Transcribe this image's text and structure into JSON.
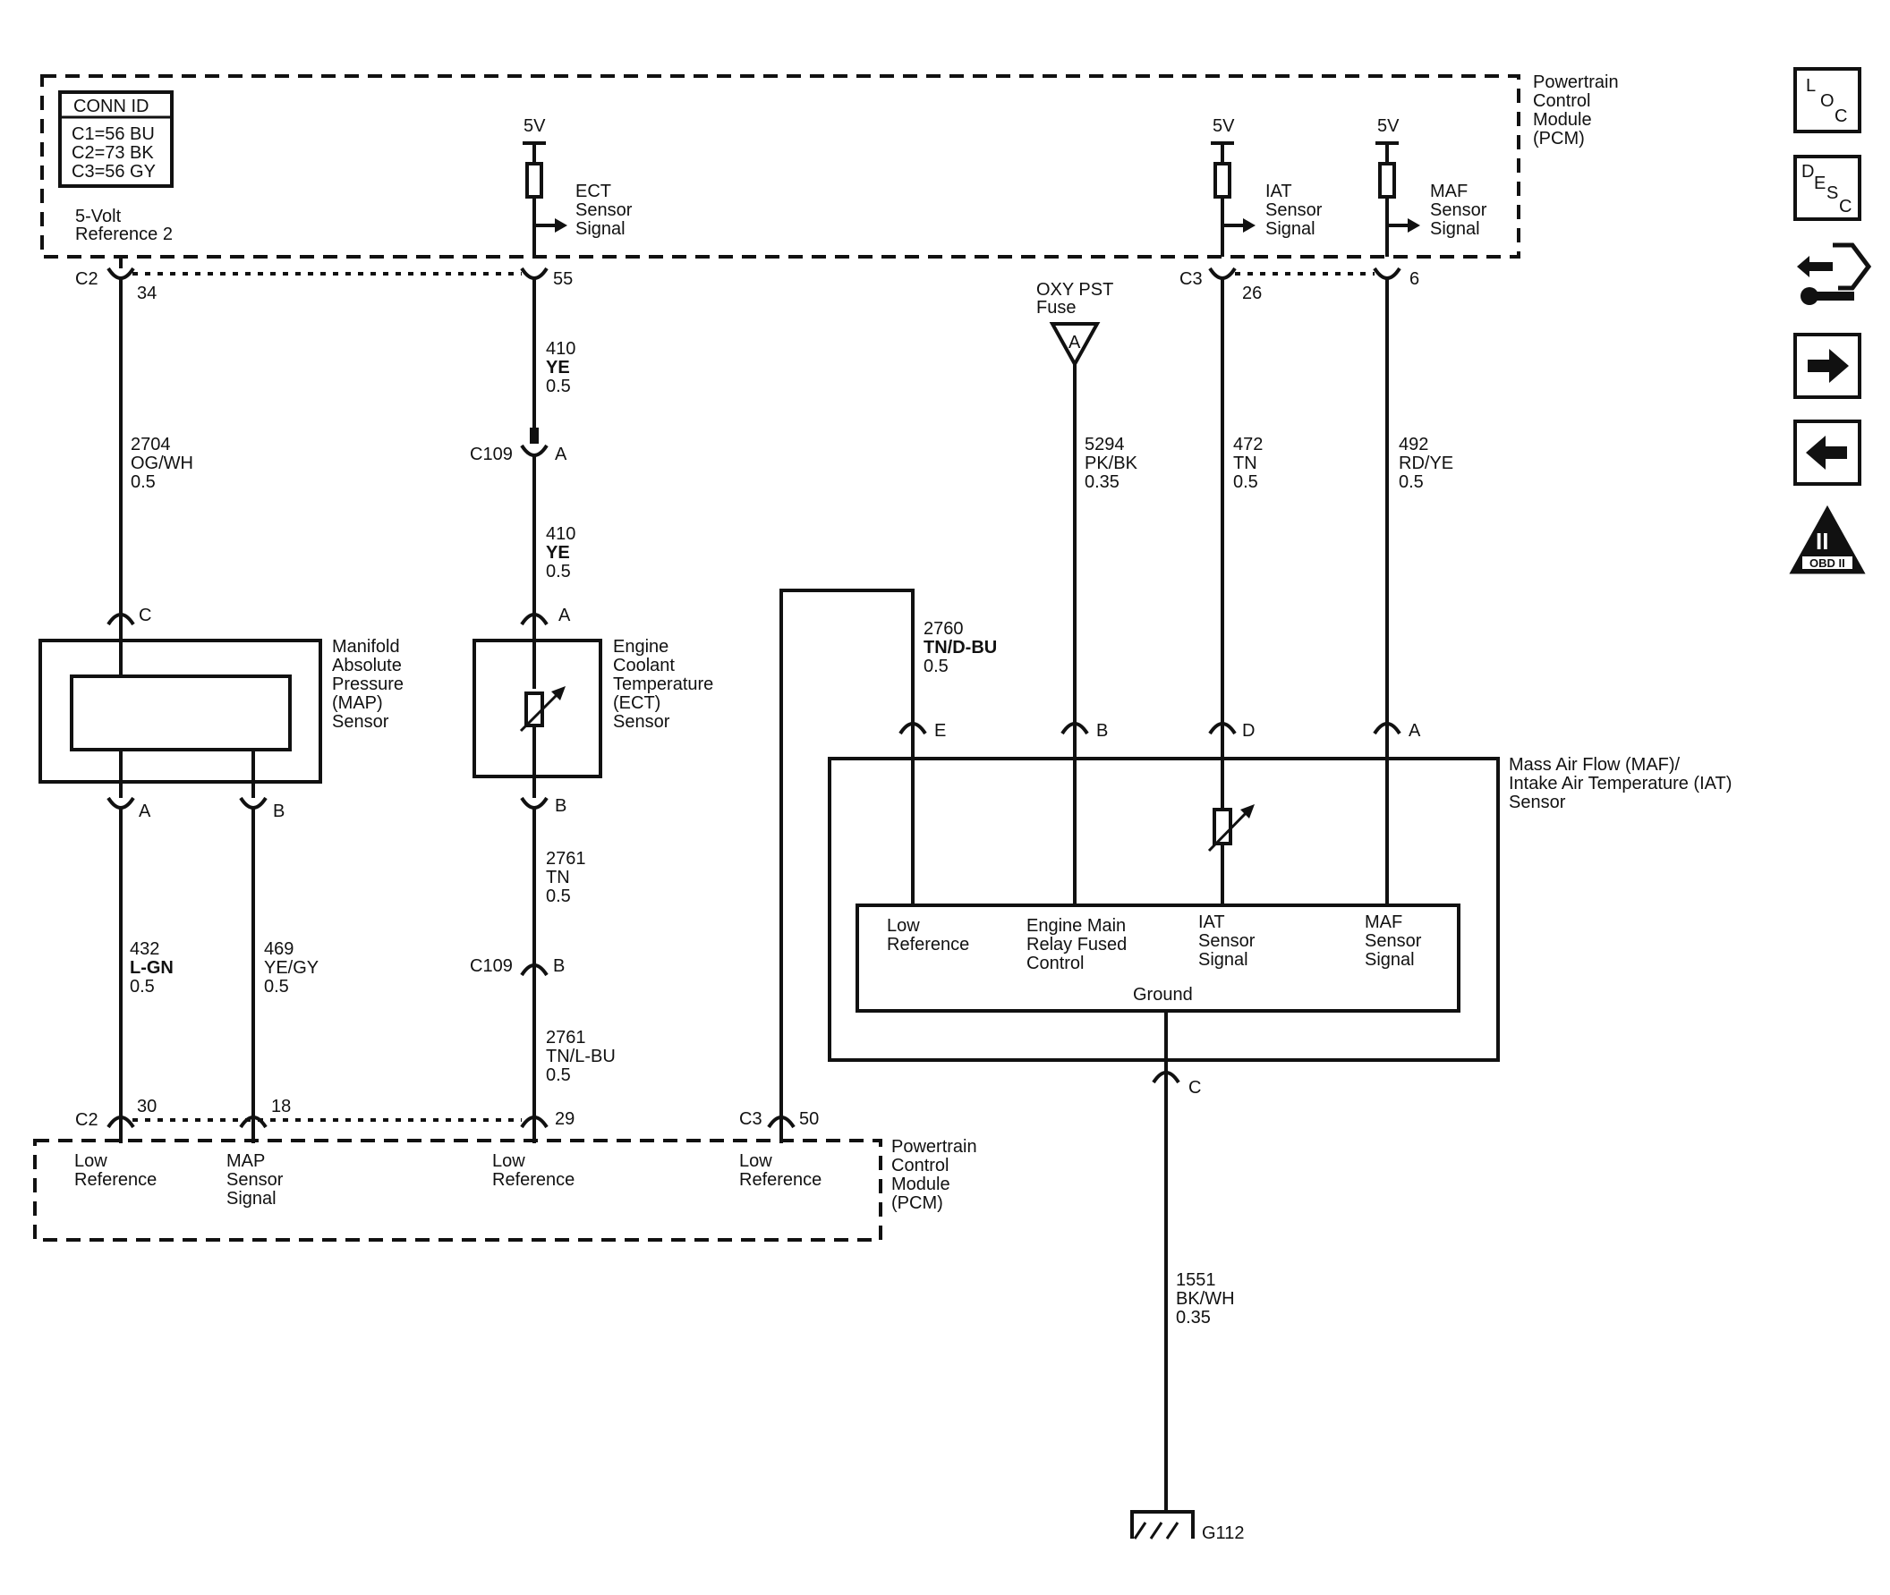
{
  "legend": {
    "title": "CONN ID",
    "c1": "C1=56 BU",
    "c2": "C2=73 BK",
    "c3": "C3=56 GY"
  },
  "pcm_top": {
    "name": [
      "Powertrain",
      "Control",
      "Module",
      "(PCM)"
    ],
    "ref2": [
      "5-Volt",
      "Reference 2"
    ],
    "ect_signal": [
      "ECT",
      "Sensor",
      "Signal"
    ],
    "iat_signal": [
      "IAT",
      "Sensor",
      "Signal"
    ],
    "maf_signal": [
      "MAF",
      "Sensor",
      "Signal"
    ],
    "v5": "5V"
  },
  "pcm_bottom": {
    "name": [
      "Powertrain",
      "Control",
      "Module",
      "(PCM)"
    ],
    "low_ref": [
      "Low",
      "Reference"
    ],
    "map_signal": [
      "MAP",
      "Sensor",
      "Signal"
    ]
  },
  "connectors": {
    "c2": "C2",
    "c3": "C3",
    "c109": "C109",
    "pin_34": "34",
    "pin_55": "55",
    "pin_26": "26",
    "pin_6": "6",
    "pin_30": "30",
    "pin_18": "18",
    "pin_29": "29",
    "pin_50": "50",
    "a": "A",
    "b": "B",
    "c": "C",
    "d": "D",
    "e": "E"
  },
  "wires": {
    "w2704": [
      "2704",
      "OG/WH",
      "0.5"
    ],
    "w410a": [
      "410",
      "YE",
      "0.5"
    ],
    "w410b": [
      "410",
      "YE",
      "0.5"
    ],
    "w2761a": [
      "2761",
      "TN",
      "0.5"
    ],
    "w2761b": [
      "2761",
      "TN/L-BU",
      "0.5"
    ],
    "w432": [
      "432",
      "L-GN",
      "0.5"
    ],
    "w469": [
      "469",
      "YE/GY",
      "0.5"
    ],
    "w2760": [
      "2760",
      "TN/D-BU",
      "0.5"
    ],
    "w5294": [
      "5294",
      "PK/BK",
      "0.35"
    ],
    "w472": [
      "472",
      "TN",
      "0.5"
    ],
    "w492": [
      "492",
      "RD/YE",
      "0.5"
    ],
    "w1551": [
      "1551",
      "BK/WH",
      "0.35"
    ]
  },
  "fuse": {
    "name": [
      "OXY PST",
      "Fuse"
    ],
    "terminal": "A"
  },
  "map_sensor": {
    "name": [
      "Manifold",
      "Absolute",
      "Pressure",
      "(MAP)",
      "Sensor"
    ]
  },
  "ect_sensor": {
    "name": [
      "Engine",
      "Coolant",
      "Temperature",
      "(ECT)",
      "Sensor"
    ]
  },
  "maf_sensor": {
    "name": [
      "Mass Air Flow (MAF)/",
      "Intake Air Temperature (IAT)",
      "Sensor"
    ],
    "low_ref": [
      "Low",
      "Reference"
    ],
    "relay": [
      "Engine Main",
      "Relay Fused",
      "Control"
    ],
    "iat": [
      "IAT",
      "Sensor",
      "Signal"
    ],
    "maf": [
      "MAF",
      "Sensor",
      "Signal"
    ],
    "ground": "Ground"
  },
  "ground": {
    "label": "G112"
  },
  "nav": {
    "loc": [
      "L",
      "O",
      "C"
    ],
    "desc": [
      "D",
      "E",
      "S",
      "C"
    ],
    "obd": [
      "II",
      "OBD II"
    ]
  }
}
